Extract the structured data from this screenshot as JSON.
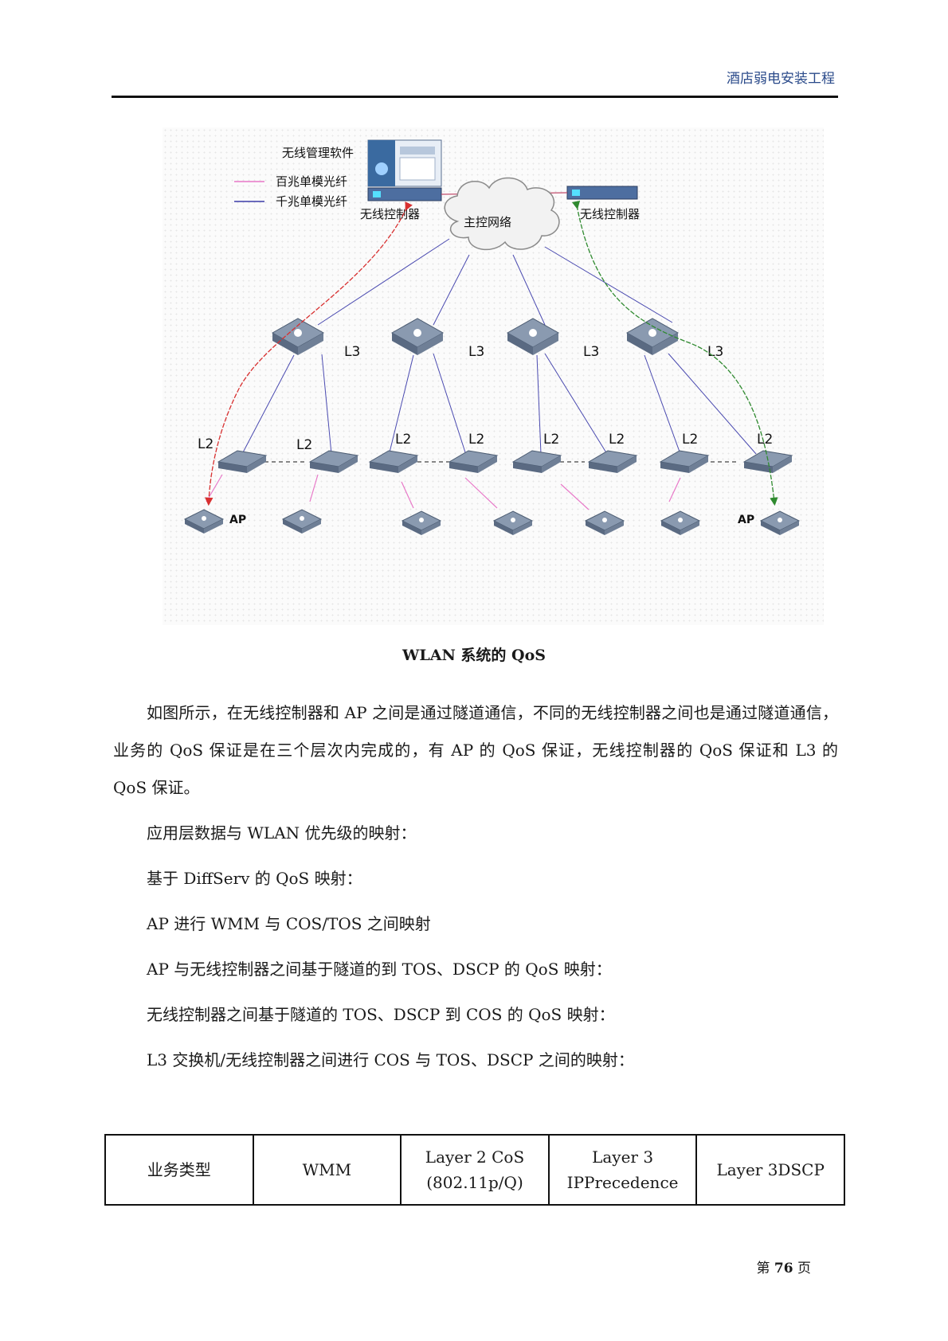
{
  "header": {
    "title": "酒店弱电安装工程"
  },
  "diagram": {
    "mgmt_software": "无线管理软件",
    "legend": [
      {
        "label": "百兆单模光纤",
        "color": "#e878c8"
      },
      {
        "label": "千兆单模光纤",
        "color": "#3a3aa8"
      }
    ],
    "controller_left": "无线控制器",
    "controller_right": "无线控制器",
    "cloud_label": "主控网络",
    "l3_label": "L3",
    "l2_label": "L2",
    "ap_label": "AP",
    "colors": {
      "tunnel_left": "#d83030",
      "tunnel_right": "#2f8a2f",
      "device": "#6f7f96"
    }
  },
  "caption": "WLAN 系统的 QoS",
  "paragraph": "如图所示，在无线控制器和 AP 之间是通过隧道通信，不同的无线控制器之间也是通过隧道通信，业务的 QoS 保证是在三个层次内完成的，有 AP 的 QoS 保证，无线控制器的 QoS 保证和 L3 的 QoS 保证。",
  "lines": [
    "应用层数据与 WLAN 优先级的映射：",
    "基于 DiffServ 的 QoS 映射：",
    "AP 进行 WMM 与 COS/TOS 之间映射",
    "AP 与无线控制器之间基于隧道的到 TOS、DSCP 的 QoS 映射：",
    "无线控制器之间基于隧道的 TOS、DSCP 到 COS 的 QoS 映射：",
    "L3 交换机/无线控制器之间进行 COS 与 TOS、DSCP 之间的映射："
  ],
  "table": {
    "headers": [
      [
        "业务类型"
      ],
      [
        "WMM"
      ],
      [
        "Layer 2 CoS",
        "(802.11p/Q)"
      ],
      [
        "Layer 3",
        "IPPrecedence"
      ],
      [
        "Layer 3DSCP"
      ]
    ]
  },
  "footer": {
    "prefix": "第",
    "page": "76",
    "suffix": "页"
  }
}
